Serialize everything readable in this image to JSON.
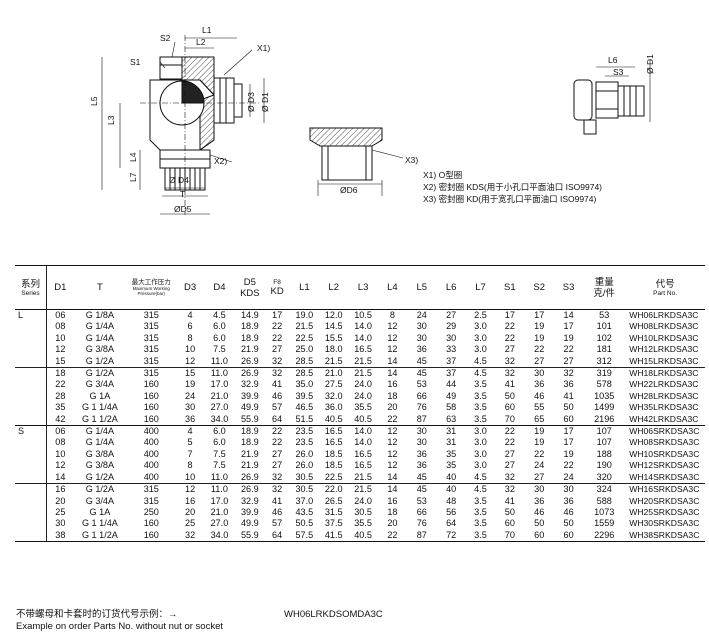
{
  "drawing_labels": {
    "L1": "L1",
    "L2": "L2",
    "S2": "S2",
    "S1": "S1",
    "X1": "X1)",
    "D3": "Ø D3",
    "D1": "Ø D1",
    "L5": "L5",
    "L3": "L3",
    "L4": "L4",
    "L7": "L7",
    "X2": "X2)",
    "D4": "Ø D4",
    "T": "T",
    "D5": "ØD5",
    "X3": "X3)",
    "D6": "ØD6",
    "L6": "L6",
    "S3": "S3",
    "D1b": "Ø D1"
  },
  "notes": [
    "X1) O型圈",
    "X2) 密封圈 KDS(用于小孔口平面油口 ISO9974)",
    "X3) 密封圈 KD(用于宽孔口平面油口 ISO9974)"
  ],
  "table": {
    "headers": {
      "series": "系列",
      "series_en": "Series",
      "d1": "D1",
      "t": "T",
      "pressure": "最大工作压力",
      "pressure_en1": "Maximum Working",
      "pressure_en2": "Pressure(bar)",
      "d3": "D3",
      "d4": "D4",
      "d5": "D5",
      "kds": "KDS",
      "f8": "F8",
      "kd": "KD",
      "l1": "L1",
      "l2": "L2",
      "l3": "L3",
      "l4": "L4",
      "l5": "L5",
      "l6": "L6",
      "l7": "L7",
      "s1": "S1",
      "s2": "S2",
      "s3": "S3",
      "weight": "重量",
      "weight_unit": "克/件",
      "code": "代号",
      "code_en": "Part No."
    },
    "rows": [
      [
        "L",
        "06",
        "G 1/8A",
        "315",
        "4",
        "4.5",
        "14.9",
        "17",
        "19.0",
        "12.0",
        "10.5",
        "8",
        "24",
        "27",
        "2.5",
        "17",
        "17",
        "14",
        "53",
        "WH06LRKDSA3C"
      ],
      [
        "",
        "08",
        "G 1/4A",
        "315",
        "6",
        "6.0",
        "18.9",
        "22",
        "21.5",
        "14.5",
        "14.0",
        "12",
        "30",
        "29",
        "3.0",
        "22",
        "19",
        "17",
        "101",
        "WH08LRKDSA3C"
      ],
      [
        "",
        "10",
        "G 1/4A",
        "315",
        "8",
        "6.0",
        "18.9",
        "22",
        "22.5",
        "15.5",
        "14.0",
        "12",
        "30",
        "30",
        "3.0",
        "22",
        "19",
        "19",
        "102",
        "WH10LRKDSA3C"
      ],
      [
        "",
        "12",
        "G 3/8A",
        "315",
        "10",
        "7.5",
        "21.9",
        "27",
        "25.0",
        "18.0",
        "16.5",
        "12",
        "36",
        "33",
        "3.0",
        "27",
        "22",
        "22",
        "181",
        "WH12LRKDSA3C"
      ],
      [
        "",
        "15",
        "G 1/2A",
        "315",
        "12",
        "11.0",
        "26.9",
        "32",
        "28.5",
        "21.5",
        "21.5",
        "14",
        "45",
        "37",
        "4.5",
        "32",
        "27",
        "27",
        "312",
        "WH15LRKDSA3C"
      ],
      [
        "",
        "18",
        "G 1/2A",
        "315",
        "15",
        "11.0",
        "26.9",
        "32",
        "28.5",
        "21.0",
        "21.5",
        "14",
        "45",
        "37",
        "4.5",
        "32",
        "30",
        "32",
        "319",
        "WH18LRKDSA3C"
      ],
      [
        "",
        "22",
        "G 3/4A",
        "160",
        "19",
        "17.0",
        "32.9",
        "41",
        "35.0",
        "27.5",
        "24.0",
        "16",
        "53",
        "44",
        "3.5",
        "41",
        "36",
        "36",
        "578",
        "WH22LRKDSA3C"
      ],
      [
        "",
        "28",
        "G 1A",
        "160",
        "24",
        "21.0",
        "39.9",
        "46",
        "39.5",
        "32.0",
        "24.0",
        "18",
        "66",
        "49",
        "3.5",
        "50",
        "46",
        "41",
        "1035",
        "WH28LRKDSA3C"
      ],
      [
        "",
        "35",
        "G 1 1/4A",
        "160",
        "30",
        "27.0",
        "49.9",
        "57",
        "46.5",
        "36.0",
        "35.5",
        "20",
        "76",
        "58",
        "3.5",
        "60",
        "55",
        "50",
        "1499",
        "WH35LRKDSA3C"
      ],
      [
        "",
        "42",
        "G 1 1/2A",
        "160",
        "36",
        "34.0",
        "55.9",
        "64",
        "51.5",
        "40.5",
        "40.5",
        "22",
        "87",
        "63",
        "3.5",
        "70",
        "65",
        "60",
        "2196",
        "WH42LRKDSA3C"
      ],
      [
        "S",
        "06",
        "G 1/4A",
        "400",
        "4",
        "6.0",
        "18.9",
        "22",
        "23.5",
        "16.5",
        "14.0",
        "12",
        "30",
        "31",
        "3.0",
        "22",
        "19",
        "17",
        "107",
        "WH06SRKDSA3C"
      ],
      [
        "",
        "08",
        "G 1/4A",
        "400",
        "5",
        "6.0",
        "18.9",
        "22",
        "23.5",
        "16.5",
        "14.0",
        "12",
        "30",
        "31",
        "3.0",
        "22",
        "19",
        "17",
        "107",
        "WH08SRKDSA3C"
      ],
      [
        "",
        "10",
        "G 3/8A",
        "400",
        "7",
        "7.5",
        "21.9",
        "27",
        "26.0",
        "18.5",
        "16.5",
        "12",
        "36",
        "35",
        "3.0",
        "27",
        "22",
        "19",
        "188",
        "WH10SRKDSA3C"
      ],
      [
        "",
        "12",
        "G 3/8A",
        "400",
        "8",
        "7.5",
        "21.9",
        "27",
        "26.0",
        "18.5",
        "16.5",
        "12",
        "36",
        "35",
        "3.0",
        "27",
        "24",
        "22",
        "190",
        "WH12SRKDSA3C"
      ],
      [
        "",
        "14",
        "G 1/2A",
        "400",
        "10",
        "11.0",
        "26.9",
        "32",
        "30.5",
        "22.5",
        "21.5",
        "14",
        "45",
        "40",
        "4.5",
        "32",
        "27",
        "24",
        "320",
        "WH14SRKDSA3C"
      ],
      [
        "",
        "16",
        "G 1/2A",
        "315",
        "12",
        "11.0",
        "26.9",
        "32",
        "30.5",
        "22.0",
        "21.5",
        "14",
        "45",
        "40",
        "4.5",
        "32",
        "30",
        "30",
        "324",
        "WH16SRKDSA3C"
      ],
      [
        "",
        "20",
        "G 3/4A",
        "315",
        "16",
        "17.0",
        "32.9",
        "41",
        "37.0",
        "26.5",
        "24.0",
        "16",
        "53",
        "48",
        "3.5",
        "41",
        "36",
        "36",
        "588",
        "WH20SRKDSA3C"
      ],
      [
        "",
        "25",
        "G 1A",
        "250",
        "20",
        "21.0",
        "39.9",
        "46",
        "43.5",
        "31.5",
        "30.5",
        "18",
        "66",
        "56",
        "3.5",
        "50",
        "46",
        "46",
        "1073",
        "WH25SRKDSA3C"
      ],
      [
        "",
        "30",
        "G 1 1/4A",
        "160",
        "25",
        "27.0",
        "49.9",
        "57",
        "50.5",
        "37.5",
        "35.5",
        "20",
        "76",
        "64",
        "3.5",
        "60",
        "50",
        "50",
        "1559",
        "WH30SRKDSA3C"
      ],
      [
        "",
        "38",
        "G 1 1/2A",
        "160",
        "32",
        "34.0",
        "55.9",
        "64",
        "57.5",
        "41.5",
        "40.5",
        "22",
        "87",
        "72",
        "3.5",
        "70",
        "60",
        "60",
        "2296",
        "WH38SRKDSA3C"
      ]
    ]
  },
  "example": {
    "line1": "不带螺母和卡套时的订货代号示例：→",
    "line2": "Example on order Parts No. without nut or socket",
    "code": "WH06LRKDSOMDA3C"
  }
}
